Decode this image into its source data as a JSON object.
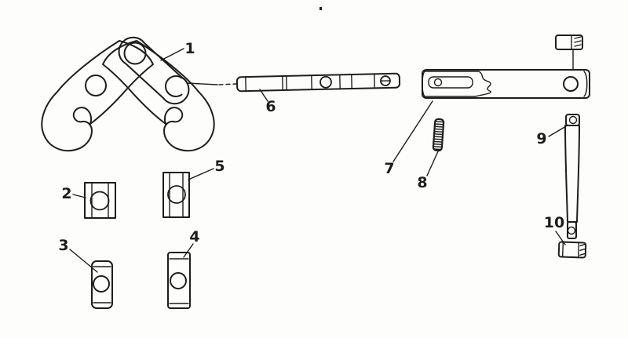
{
  "figure": {
    "type": "exploded-parts-diagram",
    "background_color": "#fdfdfb",
    "line_color": "#1d1d1d",
    "part_labels": [
      "1",
      "2",
      "3",
      "4",
      "5",
      "6",
      "7",
      "8",
      "9",
      "10"
    ]
  }
}
